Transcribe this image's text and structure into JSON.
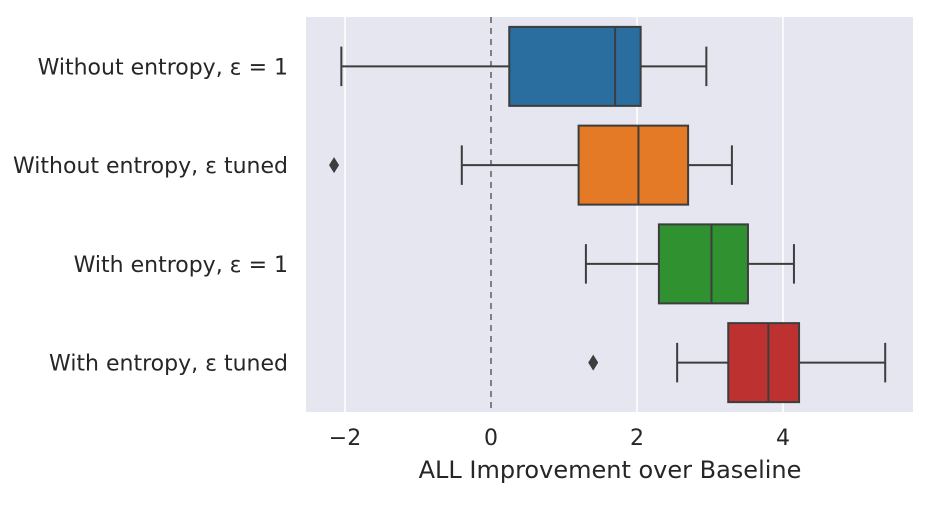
{
  "chart_data": {
    "type": "boxplot",
    "orientation": "horizontal",
    "title": "",
    "xlabel": "ALL Improvement over Baseline",
    "ylabel": "",
    "xlim": [
      -2.5,
      5.8
    ],
    "xticks": [
      -2,
      0,
      2,
      4
    ],
    "xtick_labels": [
      "−2",
      "0",
      "2",
      "4"
    ],
    "reference_line": {
      "x": 0,
      "style": "dashed",
      "color": "#808080"
    },
    "grid": true,
    "background": "#e5e6ef",
    "categories": [
      "Without entropy, ε = 1",
      "Without entropy, ε tuned",
      "With entropy, ε = 1",
      "With entropy, ε tuned"
    ],
    "series": [
      {
        "color": "#2a6d9f",
        "whisker_low": -2.05,
        "q1": 0.25,
        "median": 1.7,
        "q3": 2.05,
        "whisker_high": 2.95,
        "outliers": []
      },
      {
        "color": "#e57a26",
        "whisker_low": -0.4,
        "q1": 1.2,
        "median": 2.02,
        "q3": 2.7,
        "whisker_high": 3.3,
        "outliers": [
          -2.15
        ]
      },
      {
        "color": "#2f912f",
        "whisker_low": 1.3,
        "q1": 2.3,
        "median": 3.02,
        "q3": 3.52,
        "whisker_high": 4.15,
        "outliers": []
      },
      {
        "color": "#bd3230",
        "whisker_low": 2.55,
        "q1": 3.25,
        "median": 3.8,
        "q3": 4.22,
        "whisker_high": 5.4,
        "outliers": [
          1.4
        ]
      }
    ]
  }
}
